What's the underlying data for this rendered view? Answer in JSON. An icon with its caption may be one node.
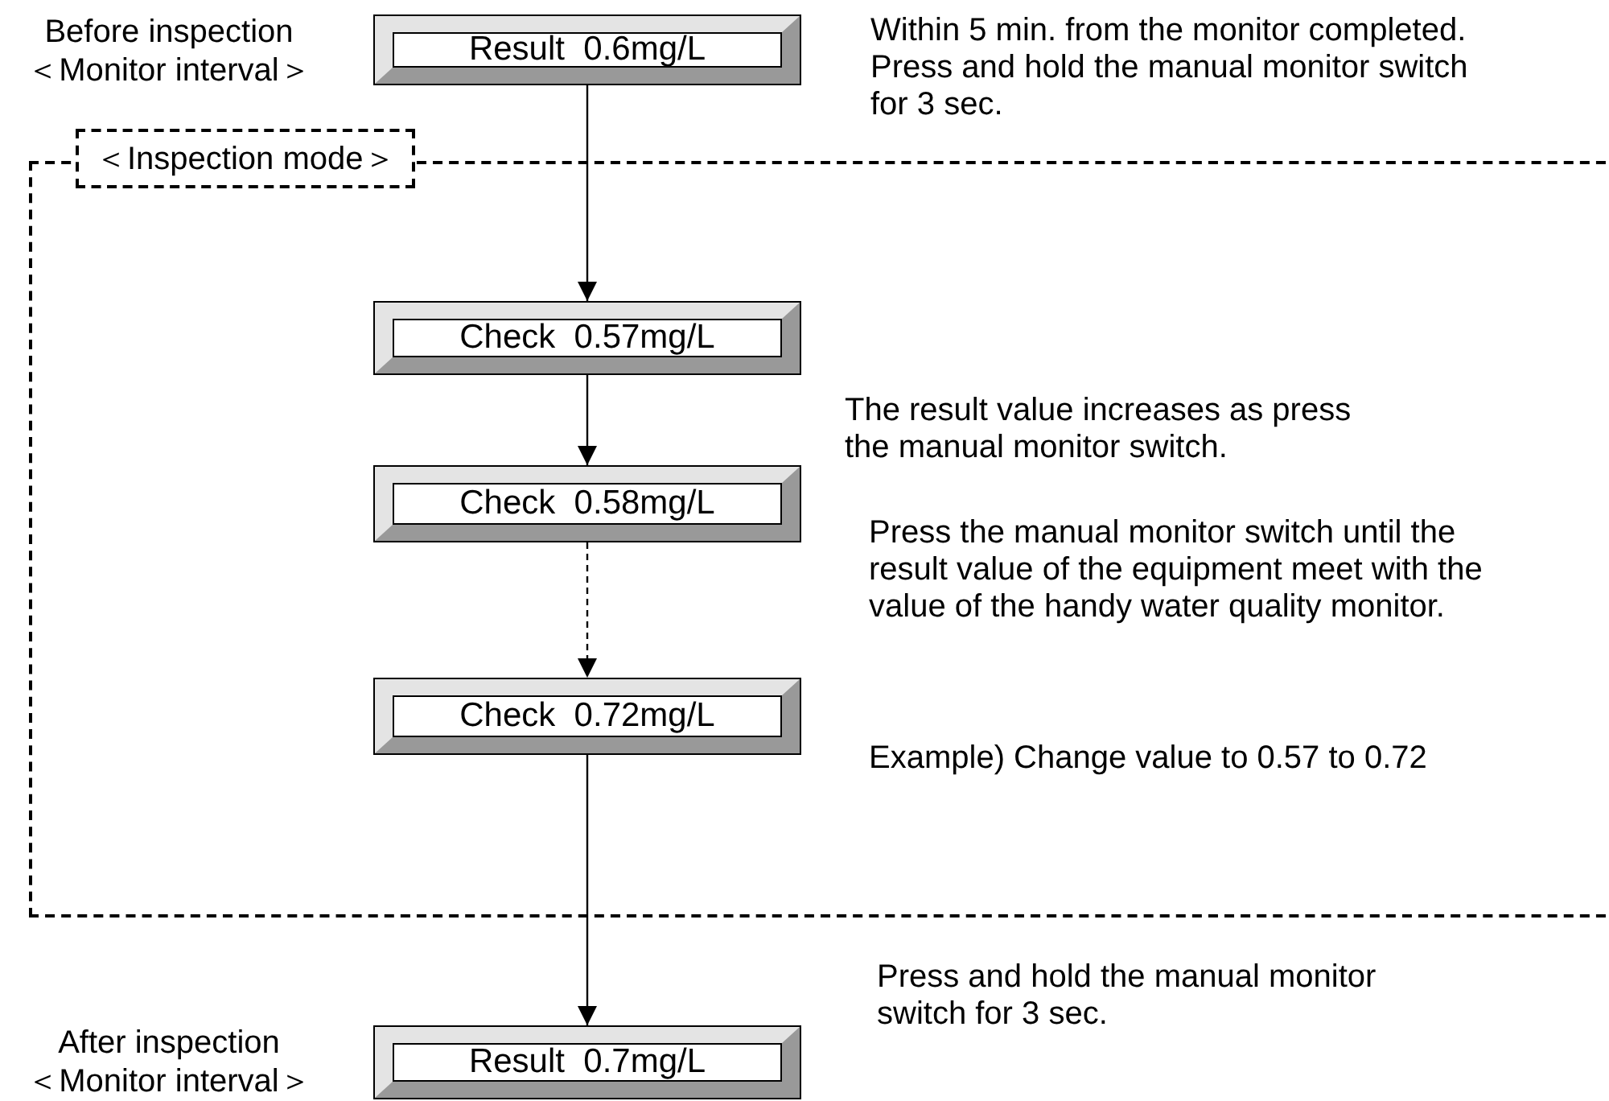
{
  "diagram": {
    "nodes": [
      {
        "text": [
          "Result  0.6mg/L"
        ],
        "beside": [
          "Before inspection",
          "＜Monitor interval＞"
        ]
      },
      {
        "text": [
          "＜Inspection mode＞"
        ]
      },
      {
        "text": [
          "Check  0.57mg/L"
        ],
        "in": 1
      },
      {
        "text": [
          "Check  0.58mg/L"
        ],
        "in": 1
      },
      {
        "text": [
          "Check  0.72mg/L"
        ],
        "in": 1
      },
      {
        "text": [
          "Result  0.7mg/L"
        ],
        "beside": [
          "After inspection",
          "＜Monitor interval＞"
        ]
      }
    ],
    "edges": [
      {
        "from": 0,
        "to": 2,
        "arrow": "to"
      },
      {
        "from": 2,
        "to": 3,
        "arrow": "to"
      },
      {
        "from": 3,
        "to": 4,
        "arrow": "to",
        "style": "dashed"
      },
      {
        "from": 4,
        "to": 5,
        "arrow": "to"
      }
    ],
    "labels": [
      "Within 5 min. from the monitor completed. Press and hold the manual monitor switch for 3 sec.",
      "The result value increases as press the manual monitor switch.",
      "Press the manual monitor switch until the result value of the equipment meet with the value of the handy water quality monitor.",
      "Example) Change value to 0.57 to 0.72",
      "Press and hold the manual monitor switch for 3 sec."
    ]
  }
}
